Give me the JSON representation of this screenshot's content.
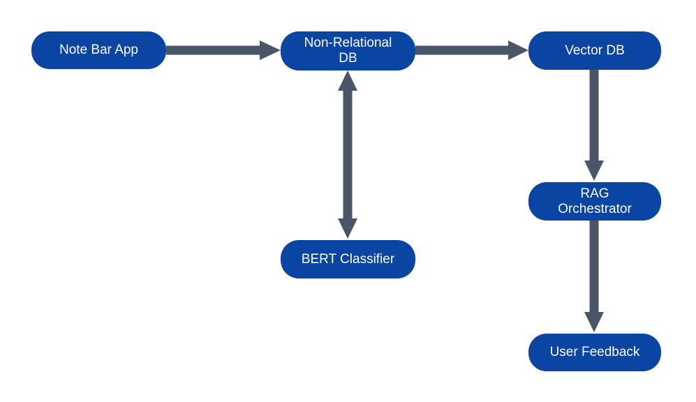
{
  "colors": {
    "node_fill": "#0b45a3",
    "node_text": "#ffffff",
    "connector": "#4a5568",
    "background": "#ffffff"
  },
  "nodes": {
    "note_bar_app": "Note Bar App",
    "non_relational_db": "Non-Relational\nDB",
    "vector_db": "Vector DB",
    "bert_classifier": "BERT Classifier",
    "rag_orchestrator": "RAG\nOrchestrator",
    "user_feedback": "User Feedback"
  },
  "connections": [
    {
      "from": "note_bar_app",
      "to": "non_relational_db",
      "direction": "one-way"
    },
    {
      "from": "non_relational_db",
      "to": "vector_db",
      "direction": "one-way"
    },
    {
      "from": "non_relational_db",
      "to": "bert_classifier",
      "direction": "two-way"
    },
    {
      "from": "vector_db",
      "to": "rag_orchestrator",
      "direction": "one-way"
    },
    {
      "from": "rag_orchestrator",
      "to": "user_feedback",
      "direction": "one-way"
    }
  ]
}
